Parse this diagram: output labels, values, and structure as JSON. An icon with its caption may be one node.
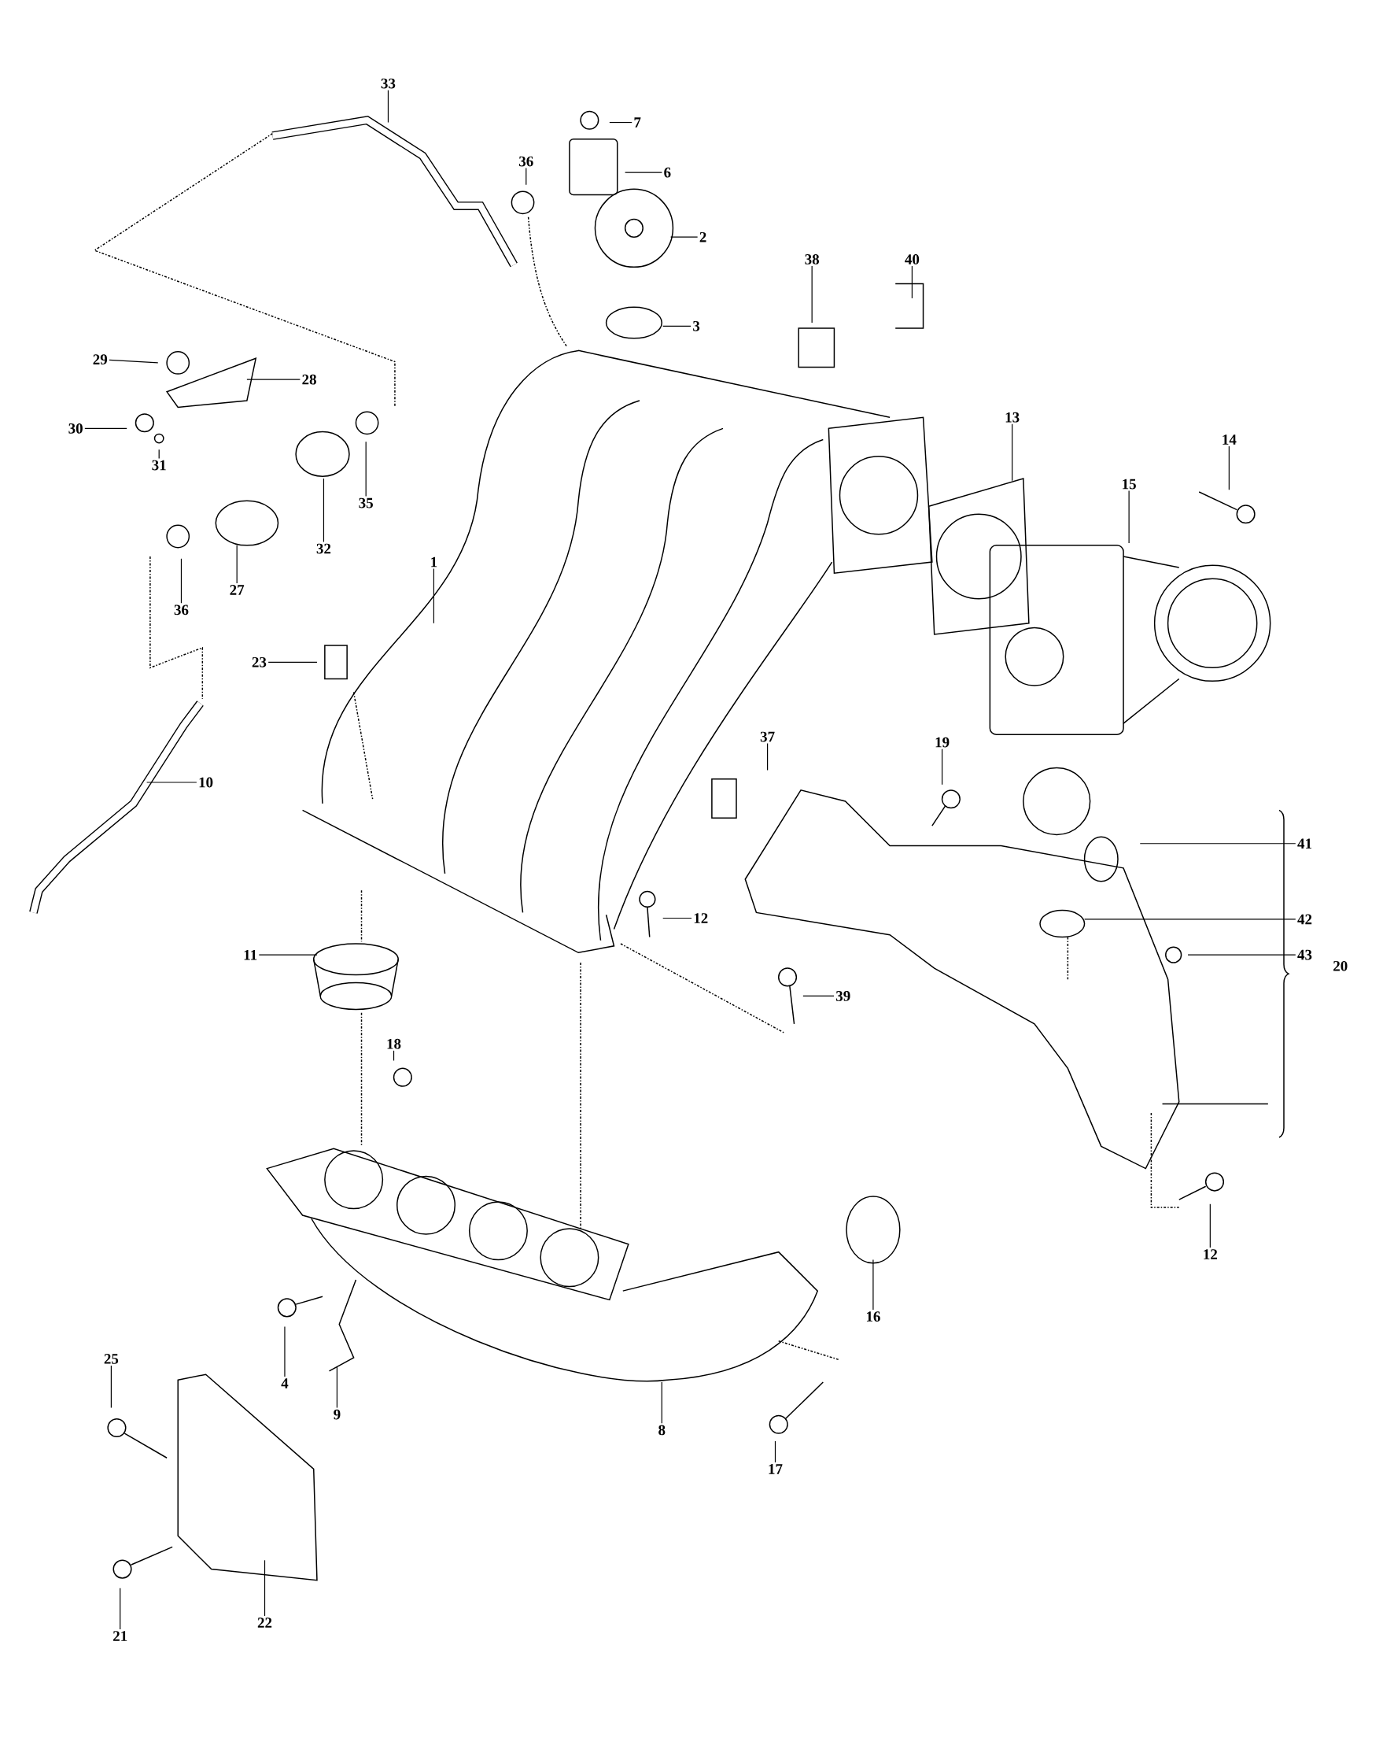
{
  "diagram": {
    "nodes": [
      {
        "text": [
          "33"
        ]
      },
      {
        "text": [
          "7"
        ]
      },
      {
        "text": [
          "36"
        ]
      },
      {
        "text": [
          "6"
        ]
      },
      {
        "text": [
          "2"
        ]
      },
      {
        "text": [
          "38"
        ]
      },
      {
        "text": [
          "40"
        ]
      },
      {
        "text": [
          "3"
        ]
      },
      {
        "text": [
          "29"
        ]
      },
      {
        "text": [
          "28"
        ]
      },
      {
        "text": [
          "30"
        ]
      },
      {
        "text": [
          "13"
        ]
      },
      {
        "text": [
          "14"
        ]
      },
      {
        "text": [
          "31"
        ]
      },
      {
        "text": [
          "35"
        ]
      },
      {
        "text": [
          "32"
        ]
      },
      {
        "text": [
          "15"
        ]
      },
      {
        "text": [
          "27"
        ]
      },
      {
        "text": [
          "36"
        ]
      },
      {
        "text": [
          "1"
        ]
      },
      {
        "text": [
          "23"
        ]
      },
      {
        "text": [
          "37"
        ]
      },
      {
        "text": [
          "19"
        ]
      },
      {
        "text": [
          "10"
        ]
      },
      {
        "text": [
          "41"
        ]
      },
      {
        "text": [
          "12"
        ]
      },
      {
        "text": [
          "42"
        ]
      },
      {
        "text": [
          "11"
        ]
      },
      {
        "text": [
          "43"
        ]
      },
      {
        "text": [
          "20"
        ]
      },
      {
        "text": [
          "39"
        ]
      },
      {
        "text": [
          "18"
        ]
      },
      {
        "text": [
          "12"
        ]
      },
      {
        "text": [
          "16"
        ]
      },
      {
        "text": [
          "25"
        ]
      },
      {
        "text": [
          "4"
        ]
      },
      {
        "text": [
          "9"
        ]
      },
      {
        "text": [
          "8"
        ]
      },
      {
        "text": [
          "17"
        ]
      },
      {
        "text": [
          "22"
        ]
      },
      {
        "text": [
          "21"
        ]
      }
    ],
    "edges": [
      {
        "from": 0,
        "to": null,
        "arrow": "none"
      },
      {
        "from": 1,
        "to": null,
        "arrow": "none"
      },
      {
        "from": 2,
        "to": null,
        "arrow": "none"
      },
      {
        "from": 3,
        "to": null,
        "arrow": "none"
      },
      {
        "from": 4,
        "to": null,
        "arrow": "none"
      },
      {
        "from": 5,
        "to": null,
        "arrow": "none"
      },
      {
        "from": 6,
        "to": null,
        "arrow": "none"
      },
      {
        "from": 7,
        "to": null,
        "arrow": "none"
      },
      {
        "from": 8,
        "to": null,
        "arrow": "none"
      },
      {
        "from": 9,
        "to": null,
        "arrow": "none"
      },
      {
        "from": 10,
        "to": null,
        "arrow": "none"
      },
      {
        "from": 11,
        "to": null,
        "arrow": "none"
      },
      {
        "from": 12,
        "to": null,
        "arrow": "none"
      },
      {
        "from": 13,
        "to": null,
        "arrow": "none"
      },
      {
        "from": 14,
        "to": null,
        "arrow": "none"
      },
      {
        "from": 15,
        "to": null,
        "arrow": "none"
      },
      {
        "from": 16,
        "to": null,
        "arrow": "none"
      },
      {
        "from": 17,
        "to": null,
        "arrow": "none"
      },
      {
        "from": 18,
        "to": null,
        "arrow": "none"
      },
      {
        "from": 19,
        "to": null,
        "arrow": "none"
      },
      {
        "from": 20,
        "to": null,
        "arrow": "none"
      },
      {
        "from": 21,
        "to": null,
        "arrow": "none"
      },
      {
        "from": 22,
        "to": null,
        "arrow": "none"
      },
      {
        "from": 23,
        "to": null,
        "arrow": "none"
      },
      {
        "from": 24,
        "to": null,
        "arrow": "none"
      },
      {
        "from": 25,
        "to": null,
        "arrow": "none"
      },
      {
        "from": 26,
        "to": null,
        "arrow": "none"
      },
      {
        "from": 27,
        "to": null,
        "arrow": "none"
      },
      {
        "from": 28,
        "to": null,
        "arrow": "none"
      },
      {
        "from": 30,
        "to": null,
        "arrow": "none"
      },
      {
        "from": 31,
        "to": null,
        "arrow": "none"
      },
      {
        "from": 32,
        "to": null,
        "arrow": "none"
      },
      {
        "from": 33,
        "to": null,
        "arrow": "none"
      },
      {
        "from": 34,
        "to": null,
        "arrow": "none"
      },
      {
        "from": 35,
        "to": null,
        "arrow": "none"
      },
      {
        "from": 36,
        "to": null,
        "arrow": "none"
      },
      {
        "from": 37,
        "to": null,
        "arrow": "none"
      },
      {
        "from": 38,
        "to": null,
        "arrow": "none"
      },
      {
        "from": 39,
        "to": null,
        "arrow": "none"
      },
      {
        "from": 40,
        "to": null,
        "arrow": "none"
      }
    ]
  }
}
